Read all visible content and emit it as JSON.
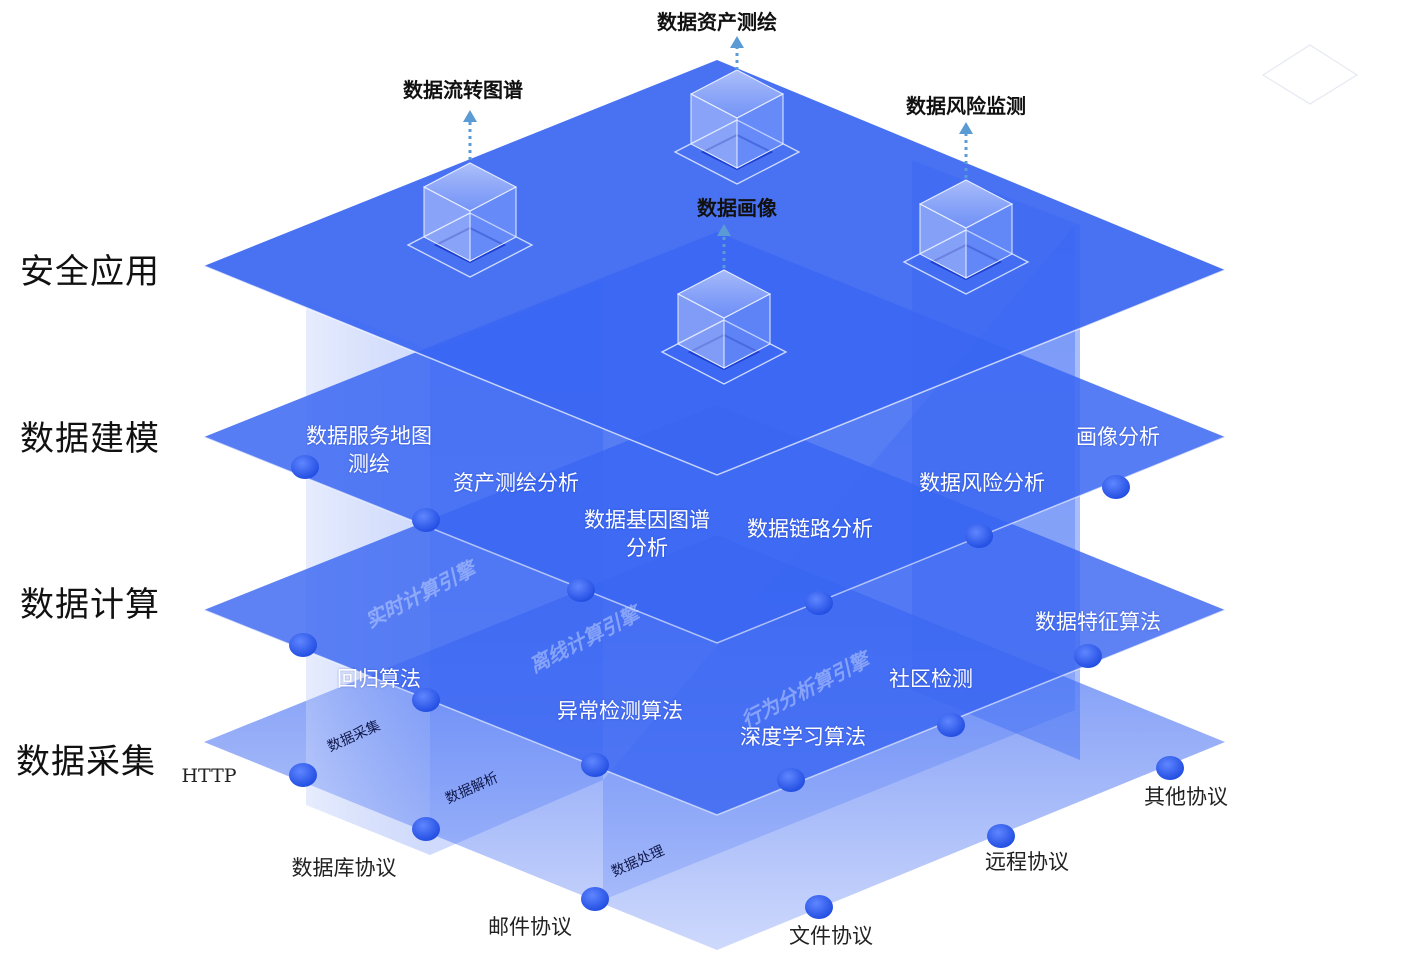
{
  "layers": {
    "app": "安全应用",
    "model": "数据建模",
    "compute": "数据计算",
    "collect": "数据采集"
  },
  "top_outputs": {
    "asset_mapping": "数据资产测绘",
    "flow_graph": "数据流转图谱",
    "risk_monitor": "数据风险监测",
    "profile": "数据画像"
  },
  "model_nodes": {
    "service_map_line1": "数据服务地图",
    "service_map_line2": "测绘",
    "asset_analysis": "资产测绘分析",
    "profile_analysis": "画像分析",
    "risk_analysis": "数据风险分析",
    "gene_graph_line1": "数据基因图谱",
    "gene_graph_line2": "分析",
    "link_analysis": "数据链路分析"
  },
  "compute_nodes": {
    "feature_algo": "数据特征算法",
    "regression": "回归算法",
    "anomaly": "异常检测算法",
    "community": "社区检测",
    "deep_learning": "深度学习算法"
  },
  "engines": {
    "realtime": "实时计算引擎",
    "offline": "离线计算引擎",
    "behavior": "行为分析算引擎"
  },
  "stages": {
    "collection": "数据采集",
    "parsing": "数据解析",
    "processing": "数据处理"
  },
  "protocols": {
    "http": "HTTP",
    "other": "其他协议",
    "database": "数据库协议",
    "remote": "远程协议",
    "mail": "邮件协议",
    "file": "文件协议"
  },
  "colors": {
    "plane": "#3a66f2",
    "node": "#2f5ef0",
    "arrow": "#5b9bd5"
  }
}
